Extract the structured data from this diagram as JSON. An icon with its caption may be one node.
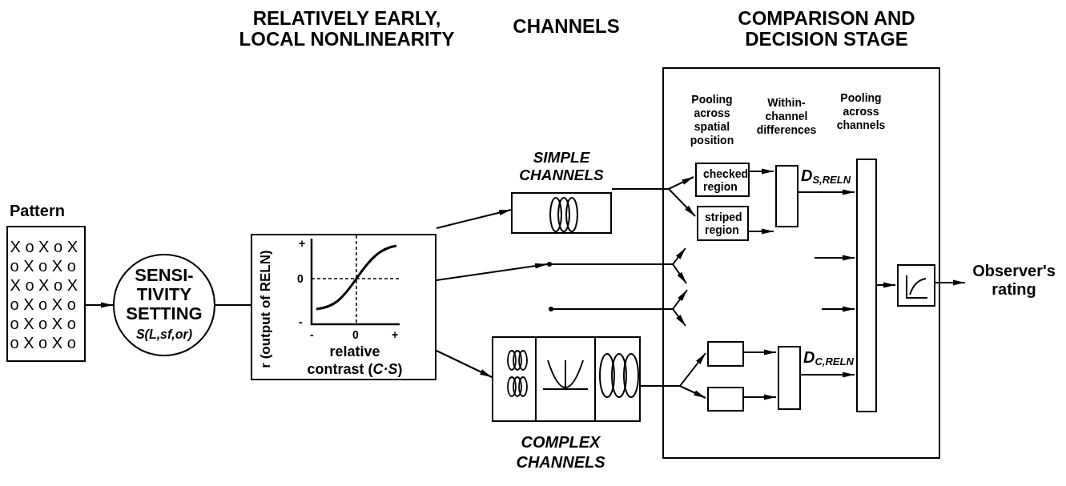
{
  "diagram": {
    "nodes": [
      {
        "text": [
          "X o X o X o X o X o X o X o X o X o X o o X o X o o X o X o"
        ],
        "beside": [
          "Pattern"
        ]
      },
      {
        "text": [
          "SENSI- TIVITY SETTING",
          "S(L,sf,or)"
        ]
      },
      {
        "text": [
          "r (output of RELN)",
          "+",
          "0",
          "-",
          "-",
          "0",
          "+",
          "relative contrast (*C·S*)"
        ]
      },
      {
        "text": [],
        "shape": "picture",
        "beside": [
          "SIMPLE CHANNELS"
        ]
      },
      {
        "text": [],
        "shape": "circle"
      },
      {
        "text": [],
        "shape": "circle"
      },
      {
        "text": [],
        "shape": "picture",
        "beside": [
          "COMPLEX CHANNELS"
        ]
      },
      {
        "text": [
          "Pooling across spatial position",
          "Within- channel differences",
          "Pooling across channels"
        ]
      },
      {
        "text": [
          "checked region"
        ],
        "in": 7
      },
      {
        "text": [
          "striped region"
        ],
        "in": 7
      },
      {
        "text": [],
        "shape": "box",
        "in": 7
      },
      {
        "text": [],
        "shape": "box",
        "in": 7
      },
      {
        "text": [],
        "shape": "box",
        "in": 7
      },
      {
        "text": [],
        "shape": "box",
        "in": 7
      },
      {
        "text": [],
        "shape": "bar",
        "in": 7
      },
      {
        "text": [],
        "shape": "picture",
        "in": 7
      },
      {
        "text": [
          "Observer's rating"
        ]
      }
    ],
    "edges": [
      {
        "from": 0,
        "to": 1,
        "arrow": "to"
      },
      {
        "from": 1,
        "to": 2,
        "arrow": "none"
      },
      {
        "from": 2,
        "to": 3,
        "arrow": "to"
      },
      {
        "from": 2,
        "to": 4,
        "arrow": "to"
      },
      {
        "from": 2,
        "to": 6,
        "arrow": "to"
      },
      {
        "from": 3,
        "to": 8,
        "arrow": "to"
      },
      {
        "from": 3,
        "to": 9,
        "arrow": "to"
      },
      {
        "from": 4,
        "to": 7,
        "arrow": "to"
      },
      {
        "from": 4,
        "to": 7,
        "arrow": "to"
      },
      {
        "from": 5,
        "to": 7,
        "arrow": "to"
      },
      {
        "from": 5,
        "to": 7,
        "arrow": "to"
      },
      {
        "from": 6,
        "to": 11,
        "arrow": "to"
      },
      {
        "from": 6,
        "to": 12,
        "arrow": "to"
      },
      {
        "from": 8,
        "to": 10,
        "arrow": "to"
      },
      {
        "from": 9,
        "to": 10,
        "arrow": "to"
      },
      {
        "from": 11,
        "to": 13,
        "arrow": "to"
      },
      {
        "from": 12,
        "to": 13,
        "arrow": "to"
      },
      {
        "from": 10,
        "to": 14,
        "arrow": "to",
        "label": "D$_{S,RELN}$"
      },
      {
        "from": 13,
        "to": 14,
        "arrow": "to",
        "label": "D$_{C,RELN}$"
      },
      {
        "from": null,
        "to": 14,
        "arrow": "to"
      },
      {
        "from": null,
        "to": 14,
        "arrow": "to"
      },
      {
        "from": 14,
        "to": 15,
        "arrow": "to"
      },
      {
        "from": 15,
        "to": 16,
        "arrow": "to"
      }
    ],
    "labels": [
      "RELATIVELY EARLY, LOCAL NONLINEARITY",
      "CHANNELS",
      "COMPARISON AND DECISION STAGE"
    ]
  }
}
